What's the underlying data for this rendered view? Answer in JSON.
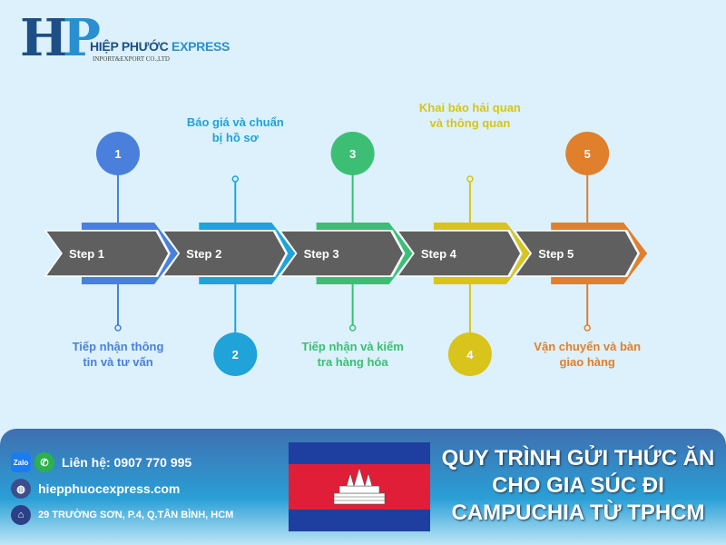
{
  "logo": {
    "mark": "HP",
    "mark_h": "H",
    "mark_p": "P",
    "brand_1": "HIỆP PHƯỚC",
    "brand_2": "EXPRESS",
    "tagline": "INPORT&EXPORT CO.,LTD"
  },
  "colors": {
    "step1": "#4a7fdc",
    "step2": "#1fa3d8",
    "step3": "#3cbf74",
    "step4": "#d8c41a",
    "step5": "#e07f2c",
    "band": "#5f5f5f",
    "background": "#dcf1fb"
  },
  "steps": [
    {
      "number": "1",
      "label": "Step 1",
      "description": "Tiếp nhận thông tin và tư vấn"
    },
    {
      "number": "2",
      "label": "Step 2",
      "description": "Báo giá và chuẩn bị hồ sơ"
    },
    {
      "number": "3",
      "label": "Step 3",
      "description": "Tiếp nhận và kiểm tra hàng hóa"
    },
    {
      "number": "4",
      "label": "Step 4",
      "description": "Khai báo hải quan và thông quan"
    },
    {
      "number": "5",
      "label": "Step 5",
      "description": "Vận chuyển và bàn giao hàng"
    }
  ],
  "footer": {
    "contact": "Liên hệ: 0907 770 995",
    "website": "hiepphuocexpress.com",
    "address": "29 TRƯỜNG SƠN, P.4, Q.TÂN BÌNH, HCM",
    "zalo_icon_text": "Zalo",
    "icons": [
      "zalo-icon",
      "phone-icon",
      "globe-icon",
      "home-icon"
    ],
    "title": "QUY TRÌNH GỬI THỨC ĂN CHO GIA SÚC ĐI CAMPUCHIA TỪ TPHCM"
  }
}
